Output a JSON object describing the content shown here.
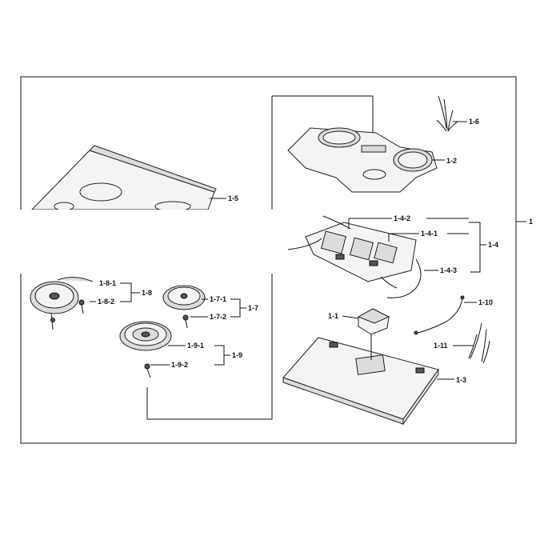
{
  "callouts": {
    "c1": "1",
    "c1_1": "1-1",
    "c1_2": "1-2",
    "c1_3": "1-3",
    "c1_4": "1-4",
    "c1_4_1": "1-4-1",
    "c1_4_2": "1-4-2",
    "c1_4_3": "1-4-3",
    "c1_5": "1-5",
    "c1_6": "1-6",
    "c1_7": "1-7",
    "c1_7_1": "1-7-1",
    "c1_7_2": "1-7-2",
    "c1_8": "1-8",
    "c1_8_1": "1-8-1",
    "c1_8_2": "1-8-2",
    "c1_9": "1-9",
    "c1_9_1": "1-9-1",
    "c1_9_2": "1-9-2",
    "c1_10": "1-10",
    "c1_11": "1-11"
  }
}
